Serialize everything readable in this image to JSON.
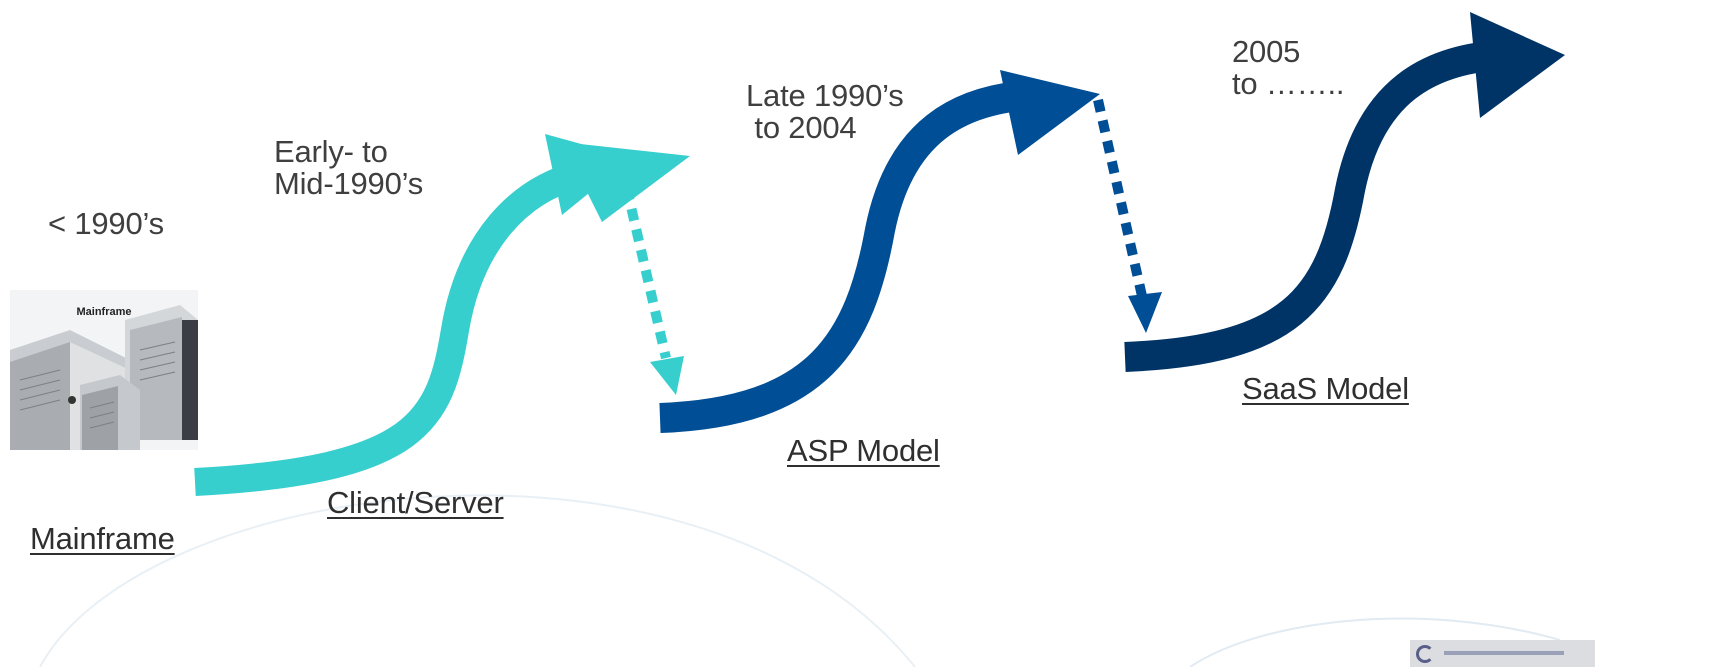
{
  "stages": [
    {
      "id": "mainframe",
      "period": "< 1990’s",
      "name": "Mainframe",
      "thumbnail_caption": "Mainframe"
    },
    {
      "id": "client-server",
      "period": "Early- to\nMid-1990’s",
      "name": "Client/Server"
    },
    {
      "id": "asp",
      "period": "Late 1990’s\n to 2004",
      "name": "ASP Model"
    },
    {
      "id": "saas",
      "period": "2005\nto ……..",
      "name": "SaaS Model"
    }
  ],
  "colors": {
    "client_server_arrow": "#37CECE",
    "asp_arrow": "#004E95",
    "saas_arrow": "#003466",
    "label_text": "#3f3f3f",
    "faint_arc": "#e6eef4"
  },
  "icons": {
    "mainframe": "server-rack-icon",
    "logo": "company-logo-icon"
  }
}
